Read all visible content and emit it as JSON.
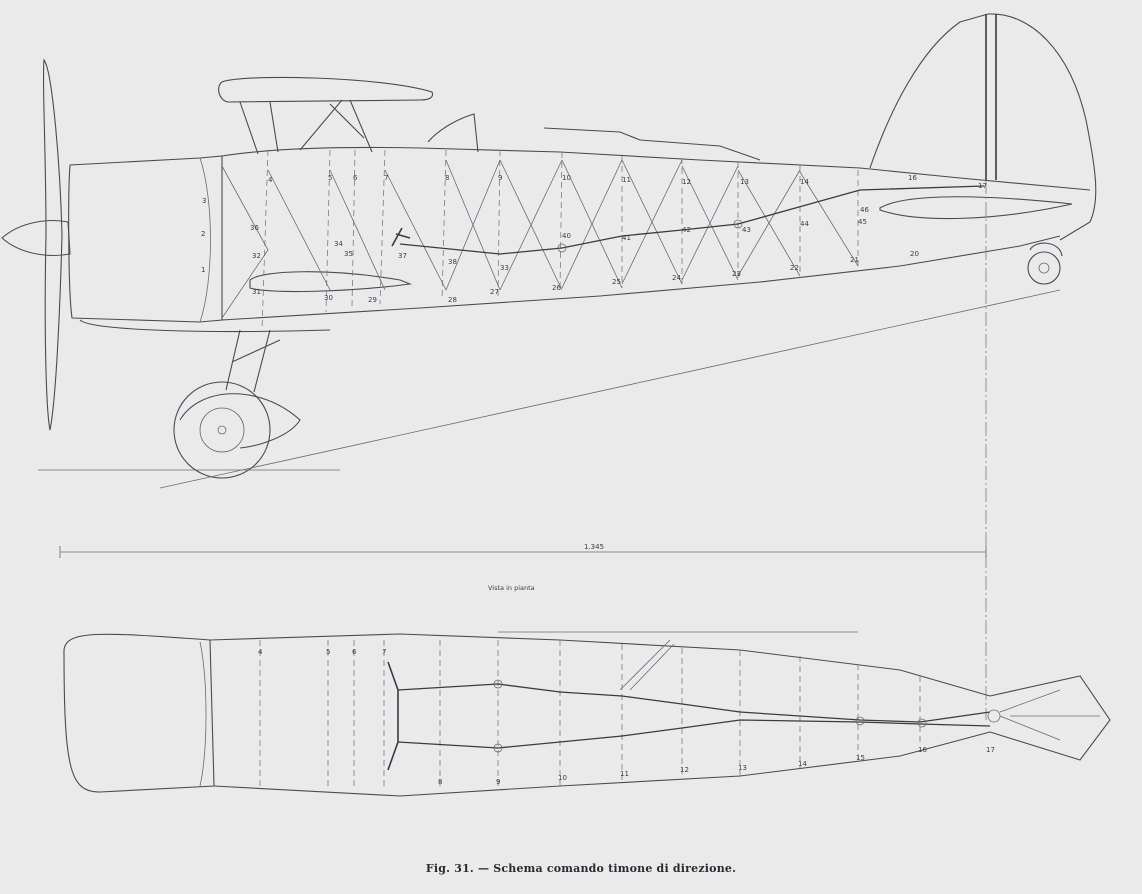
{
  "caption": "Fig. 31. — Schema comando timone di direzione.",
  "plan_view_label": "Vista in pianta",
  "station_labels_side": [
    "3",
    "2",
    "1",
    "4",
    "5",
    "6",
    "7",
    "8",
    "9",
    "10",
    "11",
    "12",
    "13",
    "14",
    "17",
    "16"
  ],
  "station_labels_plan": [
    "4",
    "5",
    "6",
    "7",
    "8",
    "9",
    "10",
    "11",
    "12",
    "13",
    "14",
    "15",
    "16",
    "17"
  ],
  "detail_numbers": [
    "20",
    "21",
    "22",
    "23",
    "24",
    "25",
    "26",
    "27",
    "28",
    "29",
    "30",
    "31",
    "32",
    "33",
    "34",
    "35",
    "36",
    "37",
    "38",
    "40",
    "41",
    "42",
    "43",
    "44",
    "45",
    "46"
  ],
  "dimension_overall": "1.345",
  "colors": {
    "paper": "#ebeaeb",
    "ink": "#3a3a40"
  }
}
